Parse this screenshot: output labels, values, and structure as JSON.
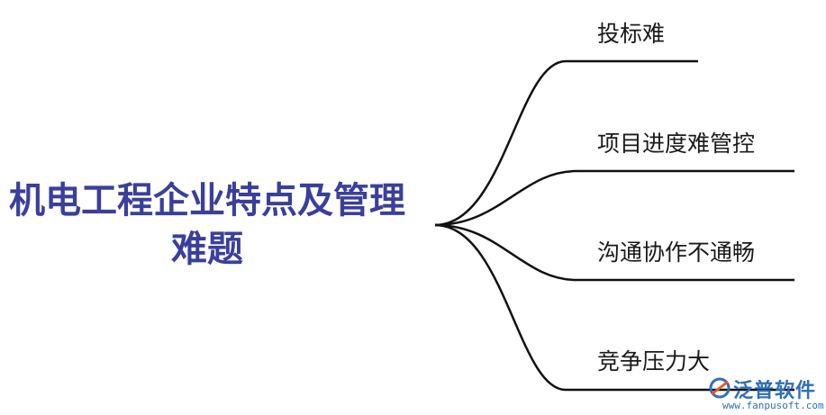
{
  "root": {
    "title": "机电工程企业特点及管理难题"
  },
  "branches": [
    {
      "label": "投标难"
    },
    {
      "label": "项目进度难管控"
    },
    {
      "label": "沟通协作不通畅"
    },
    {
      "label": "竞争压力大"
    }
  ],
  "watermark": {
    "brand": "泛普软件",
    "url": "www.fanpusoft.com"
  },
  "colors": {
    "title": "#3b3f9b",
    "lines": "#111111",
    "brand": "#2f6fb7",
    "brand_accent": "#e85a2b"
  }
}
